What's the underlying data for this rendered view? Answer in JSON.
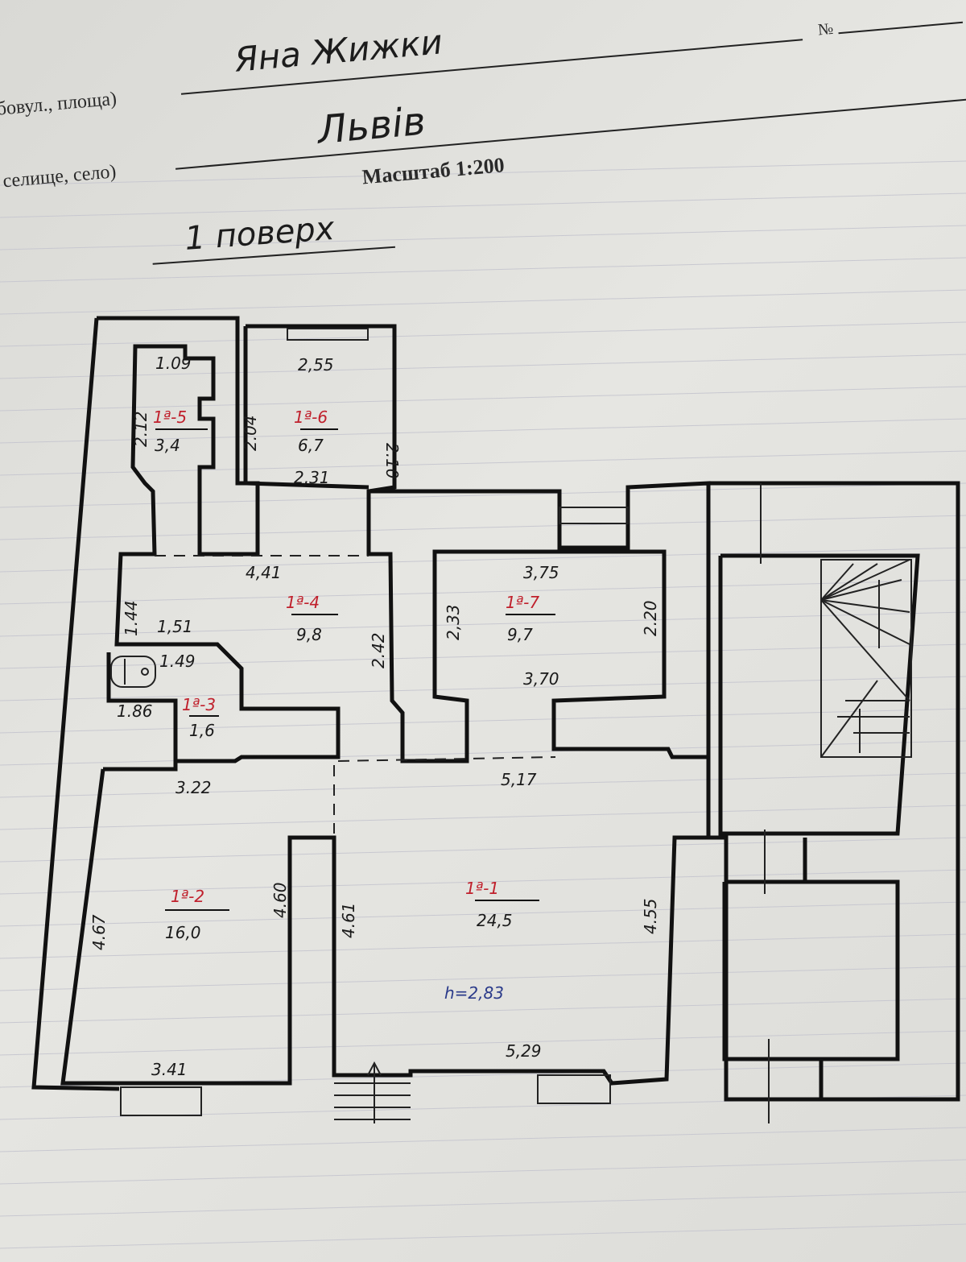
{
  "header": {
    "street_label": "бовул., площа)",
    "street_value": "Яна Жижки",
    "city_label": "селище, село)",
    "city_value": "Львів",
    "number_label": "№",
    "scale": "Масштаб 1:200"
  },
  "floor_title": "1 поверх",
  "rooms": [
    {
      "id": "1ª-1",
      "area": "24,5",
      "dims": [
        "5,17",
        "4.61",
        "4.55",
        "5,29"
      ],
      "height": "h=2,83"
    },
    {
      "id": "1ª-2",
      "area": "16,0",
      "dims": [
        "3.22",
        "4.67",
        "4.60",
        "3.41"
      ]
    },
    {
      "id": "1ª-3",
      "area": "1,6",
      "dims": [
        "1.49",
        "1.86"
      ]
    },
    {
      "id": "1ª-4",
      "area": "9,8",
      "dims": [
        "4,41",
        "1.44",
        "1,51",
        "2.42"
      ]
    },
    {
      "id": "1ª-5",
      "area": "3,4",
      "dims": [
        "1.09",
        "2.12"
      ]
    },
    {
      "id": "1ª-6",
      "area": "6,7",
      "dims": [
        "2,55",
        "2.04",
        "2.10",
        "2,31"
      ]
    },
    {
      "id": "1ª-7",
      "area": "9,7",
      "dims": [
        "3,75",
        "2,33",
        "2.20",
        "3,70"
      ]
    }
  ],
  "colors": {
    "paper": "#dcdcd8",
    "ink": "#111111",
    "room_id": "#c0202c",
    "height_note": "#2a3a8a"
  }
}
